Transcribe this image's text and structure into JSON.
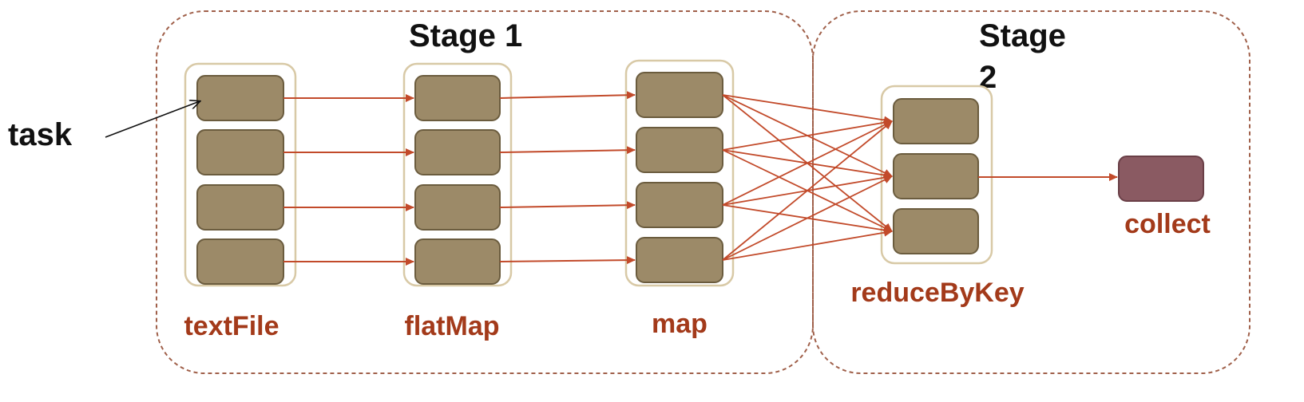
{
  "stages": [
    {
      "id": "stage1",
      "title_lines": [
        "Stage 1"
      ]
    },
    {
      "id": "stage2",
      "title_lines": [
        "Stage",
        "2"
      ]
    }
  ],
  "operations": [
    {
      "id": "textFile",
      "label": "textFile",
      "tasks": 4,
      "stage": "stage1"
    },
    {
      "id": "flatMap",
      "label": "flatMap",
      "tasks": 4,
      "stage": "stage1"
    },
    {
      "id": "map",
      "label": "map",
      "tasks": 4,
      "stage": "stage1"
    },
    {
      "id": "reduceByKey",
      "label": "reduceByKey",
      "tasks": 3,
      "stage": "stage2"
    },
    {
      "id": "collect",
      "label": "collect",
      "tasks": 1,
      "stage": "stage2"
    }
  ],
  "edges": [
    {
      "from": "textFile",
      "to": "flatMap",
      "type": "one-to-one"
    },
    {
      "from": "flatMap",
      "to": "map",
      "type": "one-to-one"
    },
    {
      "from": "map",
      "to": "reduceByKey",
      "type": "all-to-all"
    },
    {
      "from": "reduceByKey",
      "to": "collect",
      "type": "single"
    }
  ],
  "callout": {
    "label": "task",
    "points_to": "textFile.task0"
  },
  "colors": {
    "task_fill": "#9c8a68",
    "task_stroke": "#6b5c3e",
    "group_stroke": "#d8c9a6",
    "stage_border": "#a0604a",
    "arrow": "#c24a2a",
    "label": "#a33a1a",
    "collect_fill": "#8a5a62"
  }
}
